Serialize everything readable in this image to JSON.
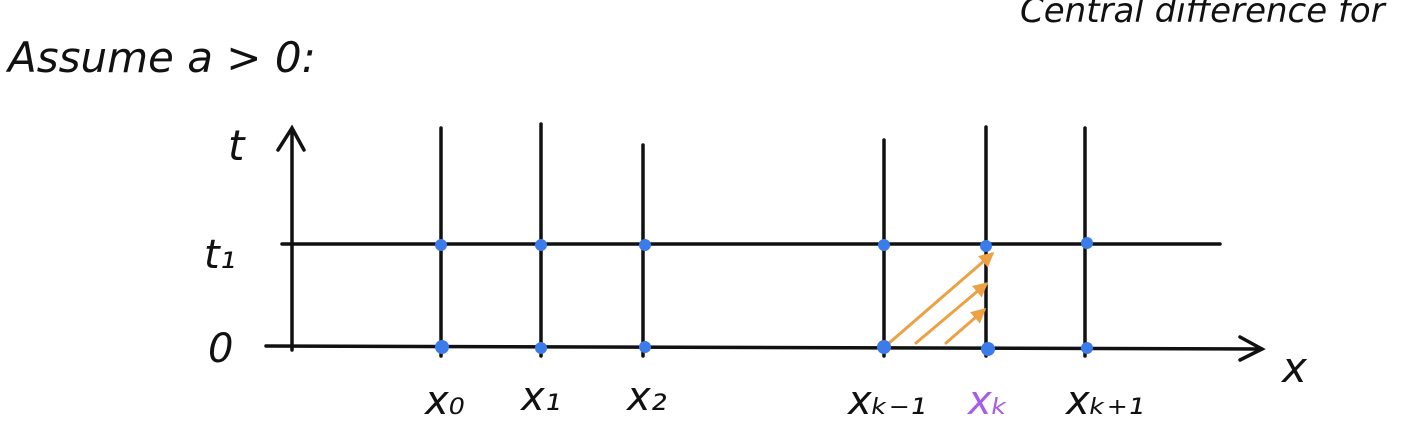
{
  "heading": "Assume a > 0:",
  "corner_text": "Central difference for",
  "axes": {
    "t_label": "t",
    "x_label": "x"
  },
  "time_levels": [
    {
      "label": "t₁"
    },
    {
      "label": "0"
    }
  ],
  "grid_points": [
    {
      "label": "x₀",
      "highlight": false
    },
    {
      "label": "x₁",
      "highlight": false
    },
    {
      "label": "x₂",
      "highlight": false
    },
    {
      "label": "xₖ₋₁",
      "highlight": false
    },
    {
      "label": "xₖ",
      "highlight": true
    },
    {
      "label": "xₖ₊₁",
      "highlight": false
    }
  ],
  "colors": {
    "ink": "#111111",
    "node": "#3b7bea",
    "highlight_label": "#a55ee8",
    "characteristic": "#eca144"
  }
}
